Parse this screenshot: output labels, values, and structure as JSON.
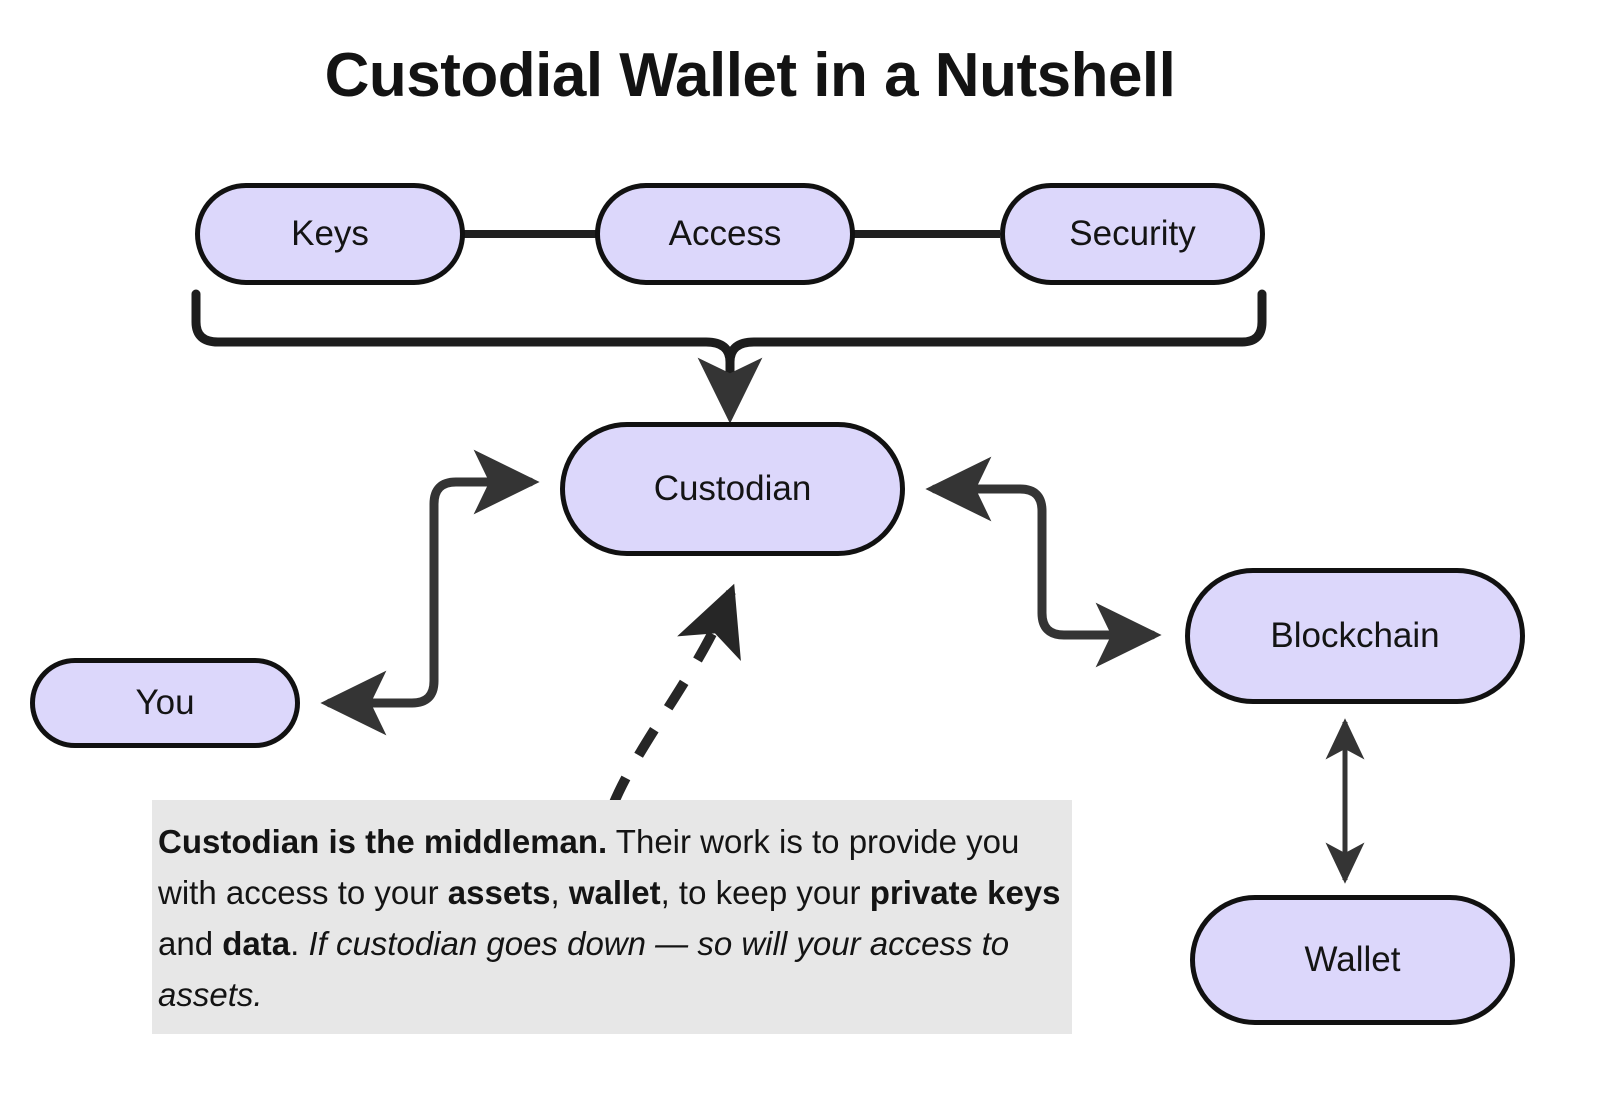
{
  "title": "Custodial Wallet in a Nutshell",
  "colors": {
    "node_fill": "#dcd7fb",
    "node_stroke": "#111111",
    "edge_stroke": "#2f2f2f",
    "callout_bg": "#e7e7e7",
    "page_bg": "#ffffff",
    "text": "#141414"
  },
  "nodes": {
    "keys": {
      "label": "Keys"
    },
    "access": {
      "label": "Access"
    },
    "security": {
      "label": "Security"
    },
    "custodian": {
      "label": "Custodian"
    },
    "you": {
      "label": "You"
    },
    "blockchain": {
      "label": "Blockchain"
    },
    "wallet": {
      "label": "Wallet"
    }
  },
  "callout": {
    "lead": "Custodian is the middleman.",
    "text_1": " Their work is to provide you with access to your ",
    "bold_1": "assets",
    "text_2": ", ",
    "bold_2": "wallet",
    "text_3": ", to keep your ",
    "bold_3": "private keys",
    "text_4": " and ",
    "bold_4": "data",
    "text_5": ". ",
    "italic_tail": "If custodian goes down — so will your access to assets."
  },
  "edges": [
    {
      "from": "keys",
      "to": "access",
      "style": "solid",
      "arrows": "none"
    },
    {
      "from": "access",
      "to": "security",
      "style": "solid",
      "arrows": "none"
    },
    {
      "from": "group-brace",
      "to": "custodian",
      "style": "brace",
      "arrows": "end"
    },
    {
      "from": "you",
      "to": "custodian",
      "style": "solid",
      "arrows": "both"
    },
    {
      "from": "custodian",
      "to": "blockchain",
      "style": "solid",
      "arrows": "both"
    },
    {
      "from": "blockchain",
      "to": "wallet",
      "style": "solid-thin",
      "arrows": "both"
    },
    {
      "from": "callout",
      "to": "custodian",
      "style": "dashed",
      "arrows": "end"
    }
  ]
}
